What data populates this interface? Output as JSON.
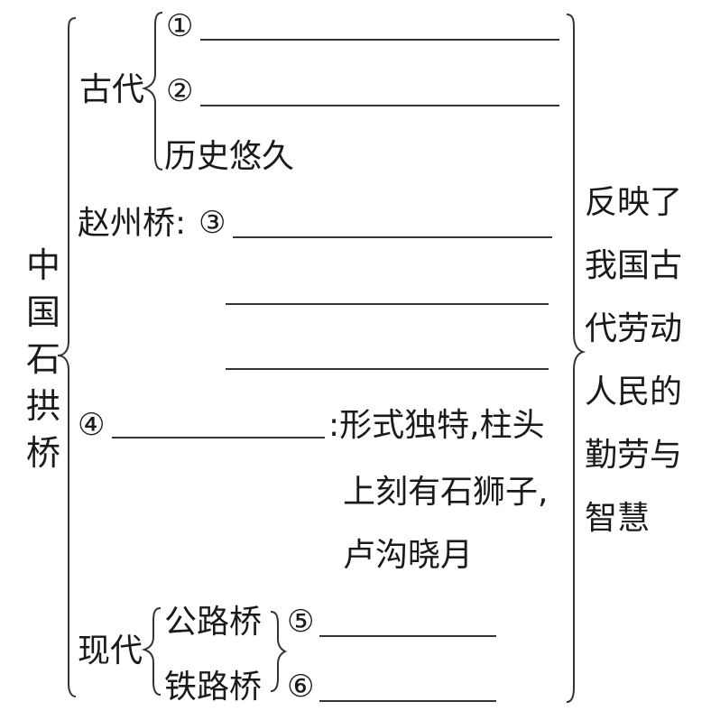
{
  "subject_chars": [
    "中",
    "国",
    "石",
    "拱",
    "桥"
  ],
  "ancient": {
    "label": "古代",
    "item1_num": "①",
    "item2_num": "②",
    "item3": "历史悠久"
  },
  "zhaozhou": {
    "label": "赵州桥:",
    "num": "③"
  },
  "lugou": {
    "num": "④",
    "lines": [
      ":形式独特,柱头",
      "上刻有石狮子,",
      "卢沟晓月"
    ]
  },
  "modern": {
    "label": "现代",
    "road_bridge": "公路桥",
    "rail_bridge": "铁路桥",
    "num5": "⑤",
    "num6": "⑥"
  },
  "conclusion_lines": [
    "反映了",
    "我国古",
    "代劳动",
    "人民的",
    "勤劳与",
    "智慧"
  ]
}
